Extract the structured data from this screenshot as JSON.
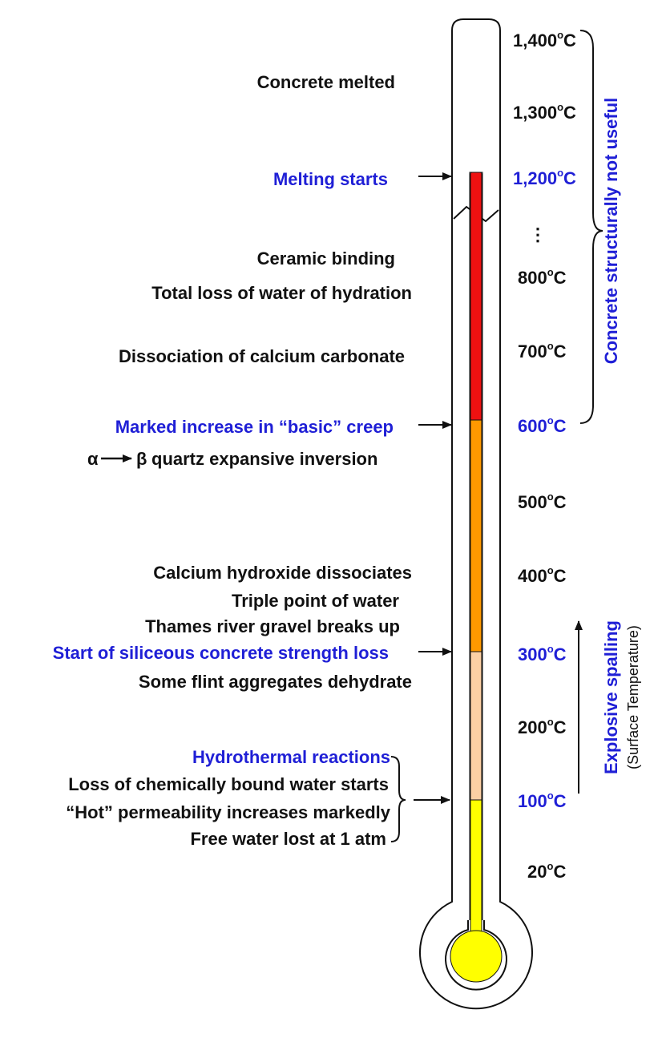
{
  "colors": {
    "blue_text": "#1f1fd6",
    "black_text": "#111111",
    "red": "#ee1111",
    "orange": "#ff9900",
    "peach": "#fcd0a4",
    "yellow": "#ffff00"
  },
  "temperatures": {
    "t1400": "1,400",
    "t1300": "1,300",
    "t1200": "1,200",
    "t800": "800",
    "t700": "700",
    "t600": "600",
    "t500": "500",
    "t400": "400",
    "t300": "300",
    "t200": "200",
    "t100": "100",
    "t20": "20",
    "deg": "o",
    "unit": "C",
    "gap": "⋮"
  },
  "labels": {
    "concrete_melted": "Concrete melted",
    "melting_starts": "Melting starts",
    "ceramic_binding": "Ceramic binding",
    "total_loss": "Total loss of water of hydration",
    "dissociation_caco3": "Dissociation of calcium carbonate",
    "marked_increase": "Marked increase in “basic” creep",
    "quartz_alpha": "α",
    "quartz_beta": "β",
    "quartz_text": "quartz expansive inversion",
    "caoh_dissociates": "Calcium hydroxide dissociates",
    "triple_point": "Triple point of water",
    "thames_gravel": "Thames river gravel breaks up",
    "siliceous_loss": "Start of siliceous concrete strength loss",
    "flint_dehydrate": "Some flint aggregates dehydrate",
    "hydrothermal": "Hydrothermal reactions",
    "bound_water": "Loss of chemically bound water starts",
    "hot_permeability": "“Hot” permeability increases markedly",
    "free_water": "Free water lost at 1 atm"
  },
  "side_labels": {
    "not_useful": "Concrete structurally not useful",
    "explosive_spalling": "Explosive spalling",
    "surface_temperature": "(Surface Temperature)"
  }
}
